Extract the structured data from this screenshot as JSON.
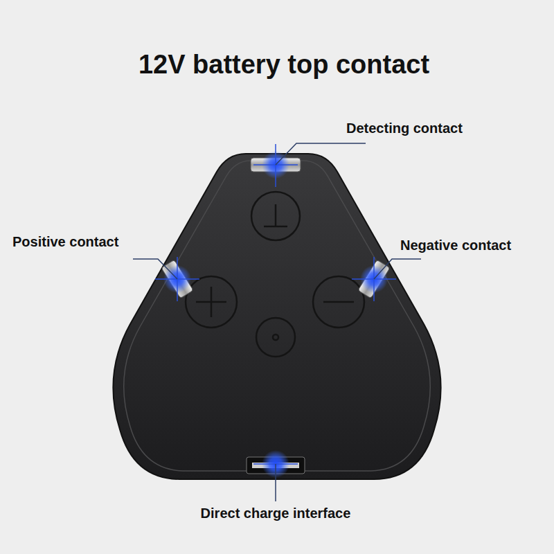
{
  "diagram": {
    "title": "12V battery top contact",
    "labels": [
      "Detecting contact",
      "Positive contact",
      "Negative contact",
      "Direct charge interface"
    ]
  }
}
